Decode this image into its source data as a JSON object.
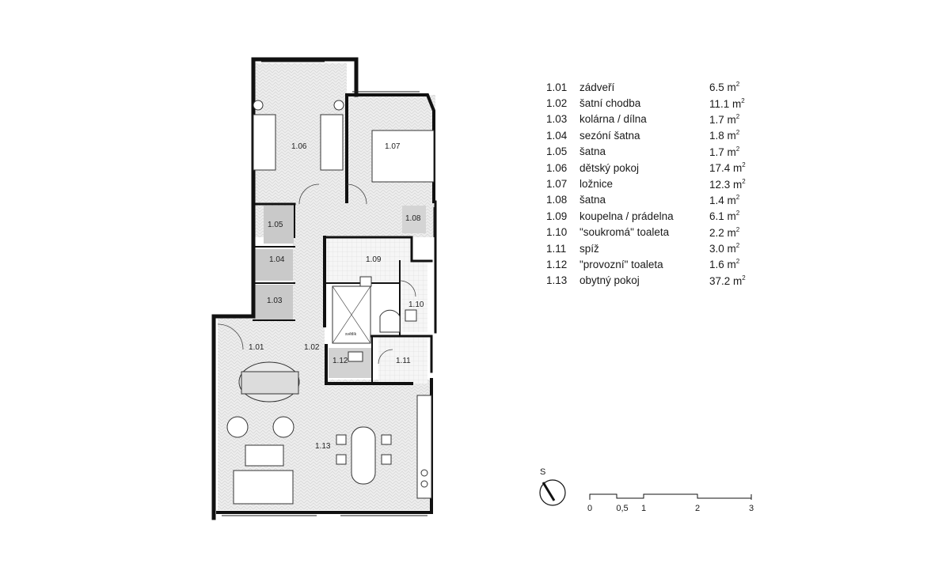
{
  "rooms": [
    {
      "code": "1.01",
      "name": "zádveří",
      "area": "6.5 m²"
    },
    {
      "code": "1.02",
      "name": "šatní chodba",
      "area": "11.1 m²"
    },
    {
      "code": "1.03",
      "name": "kolárna / dílna",
      "area": "1.7 m²"
    },
    {
      "code": "1.04",
      "name": "sezóní šatna",
      "area": "1.8 m²"
    },
    {
      "code": "1.05",
      "name": "šatna",
      "area": "1.7 m²"
    },
    {
      "code": "1.06",
      "name": "dětský pokoj",
      "area": "17.4 m²"
    },
    {
      "code": "1.07",
      "name": "ložnice",
      "area": "12.3 m²"
    },
    {
      "code": "1.08",
      "name": "šatna",
      "area": "1.4 m²"
    },
    {
      "code": "1.09",
      "name": "koupelna / prádelna",
      "area": "6.1 m²"
    },
    {
      "code": "1.10",
      "name": "\"soukromá\" toaleta",
      "area": "2.2 m²"
    },
    {
      "code": "1.11",
      "name": "spíž",
      "area": "3.0 m²"
    },
    {
      "code": "1.12",
      "name": "\"provozní\" toaleta",
      "area": "1.6 m²"
    },
    {
      "code": "1.13",
      "name": "obytný pokoj",
      "area": "37.2 m²"
    }
  ],
  "plan_labels": {
    "r101": "1.01",
    "r102": "1.02",
    "r103": "1.03",
    "r104": "1.04",
    "r105": "1.05",
    "r106": "1.06",
    "r107": "1.07",
    "r108": "1.08",
    "r109": "1.09",
    "r110": "1.10",
    "r111": "1.11",
    "r112": "1.12",
    "r113": "1.13",
    "svetlik": "světlík"
  },
  "north_label": "S",
  "scale_bar": {
    "ticks": [
      "0",
      "0,5",
      "1",
      "2",
      "3"
    ]
  }
}
